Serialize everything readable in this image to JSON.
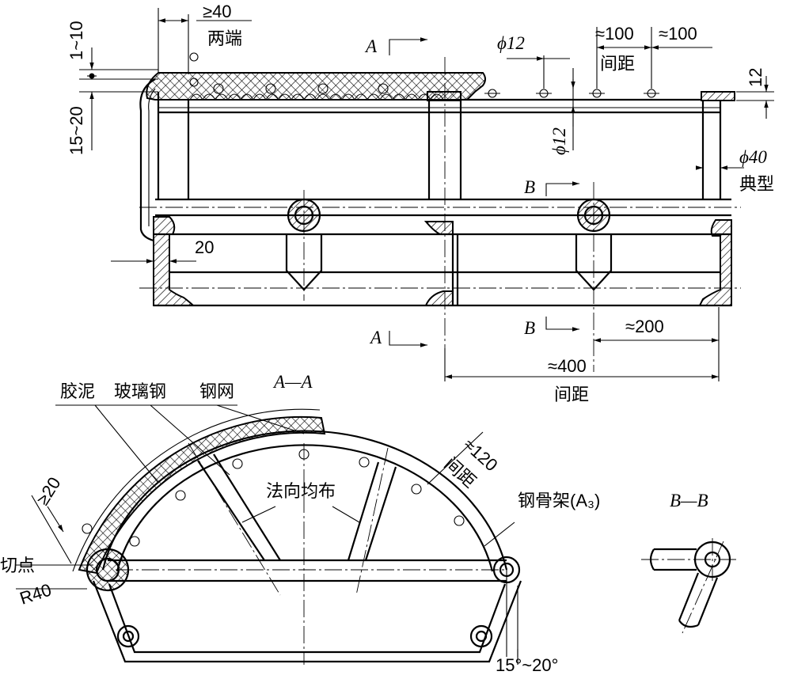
{
  "top_view": {
    "dim_end_clearance": "≥40",
    "dim_end_clearance_note": "两端",
    "dim_gap_top": "1~10",
    "dim_gap_side": "15~20",
    "section_mark_a_top": "A",
    "dim_rebar_dia": "ϕ12",
    "dim_spacing_1": "≈100",
    "dim_spacing_2": "≈100",
    "dim_spacing_note": "间距",
    "dim_plate_thickness": "12",
    "dim_rebar_dia_vertical": "ϕ12",
    "dim_tube_dia": "ϕ40",
    "dim_tube_dia_note": "典型",
    "section_mark_b_top": "B",
    "dim_wall": "20",
    "section_mark_a_bottom": "A",
    "section_mark_b_bottom": "B",
    "dim_half_span": "≈200",
    "dim_span": "≈400",
    "dim_span_note": "间距"
  },
  "section_aa": {
    "title": "A—A",
    "label_putty": "胶泥",
    "label_frp": "玻璃钢",
    "label_mesh": "钢网",
    "dim_overlap": "≥20",
    "label_tangent": "切点",
    "dim_radius": "R40",
    "label_normal": "法向均布",
    "dim_arc_spacing": "≈120",
    "dim_arc_spacing_note": "间距",
    "label_frame": "钢骨架(A₃)",
    "dim_angle": "15°~20°"
  },
  "section_bb": {
    "title": "B—B"
  }
}
